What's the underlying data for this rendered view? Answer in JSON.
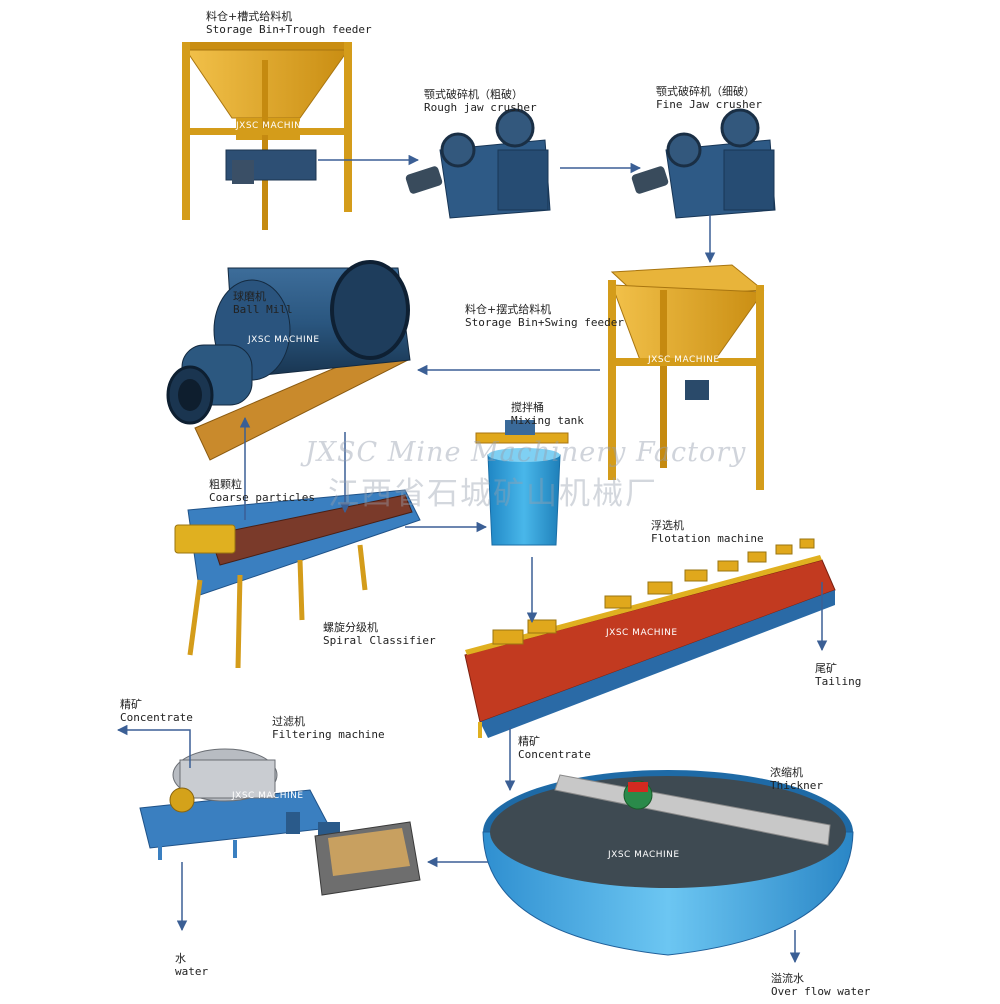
{
  "equipment": {
    "storage_bin_trough": {
      "zh": "料仓+槽式给料机",
      "en": "Storage Bin+Trough feeder"
    },
    "rough_jaw": {
      "zh": "颚式破碎机（粗破）",
      "en": "Rough jaw crusher"
    },
    "fine_jaw": {
      "zh": "颚式破碎机（细破）",
      "en": "Fine Jaw crusher"
    },
    "storage_bin_swing": {
      "zh": "料仓+摆式给料机",
      "en": "Storage Bin+Swing feeder"
    },
    "ball_mill": {
      "zh": "球磨机",
      "en": "Ball Mill"
    },
    "mixing_tank": {
      "zh": "搅拌桶",
      "en": "Mixing tank"
    },
    "coarse_particles": {
      "zh": "粗颗粒",
      "en": "Coarse particles"
    },
    "spiral_classifier": {
      "zh": "螺旋分级机",
      "en": "Spiral Classifier"
    },
    "flotation": {
      "zh": "浮选机",
      "en": "Flotation machine"
    },
    "tailing": {
      "zh": "尾矿",
      "en": "Tailing"
    },
    "concentrate_top": {
      "zh": "精矿",
      "en": "Concentrate"
    },
    "filtering": {
      "zh": "过滤机",
      "en": "Filtering machine"
    },
    "concentrate_mid": {
      "zh": "精矿",
      "en": "Concentrate"
    },
    "thickner": {
      "zh": "浓缩机",
      "en": "Thickner"
    },
    "water": {
      "zh": "水",
      "en": "water"
    },
    "overflow": {
      "zh": "溢流水",
      "en": "Over flow water"
    }
  },
  "watermark": {
    "brand_tag": "JXSC MACHINE",
    "factory_en": "JXSC Mine Machinery Factory",
    "factory_zh": "江西省石城矿山机械厂"
  },
  "colors": {
    "steel_yellow": "#e0a81c",
    "machine_blue": "#2f5f8f",
    "arrow_blue": "#3b5f95",
    "cyan_tank": "#2a9fd8",
    "frame_blue": "#3a7fc0"
  }
}
